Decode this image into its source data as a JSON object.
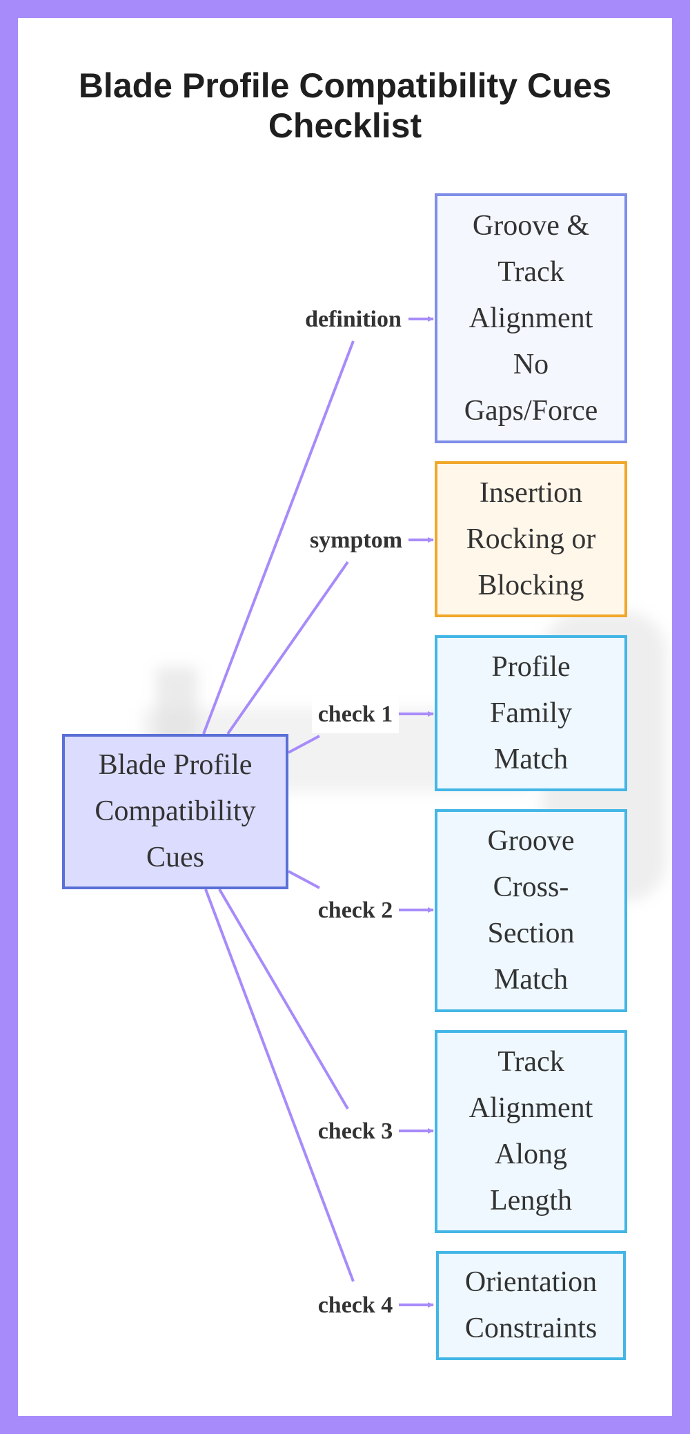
{
  "title_line1": "Blade Profile Compatibility Cues",
  "title_line2": "Checklist",
  "root": {
    "text": "Blade Profile Compatibility Cues"
  },
  "branches": [
    {
      "edge_label": "definition",
      "node_text": "Groove & Track Alignment No Gaps/Force",
      "kind": "definition"
    },
    {
      "edge_label": "symptom",
      "node_text": "Insertion Rocking or Blocking",
      "kind": "symptom"
    },
    {
      "edge_label": "check 1",
      "node_text": "Profile Family Match",
      "kind": "check"
    },
    {
      "edge_label": "check 2",
      "node_text": "Groove Cross-Section Match",
      "kind": "check"
    },
    {
      "edge_label": "check 3",
      "node_text": "Track Alignment Along Length",
      "kind": "check"
    },
    {
      "edge_label": "check 4",
      "node_text": "Orientation Constraints",
      "kind": "check"
    }
  ],
  "colors": {
    "frame": "#a78bfa",
    "edge": "#a78bfa",
    "definition_border": "#7e8ee8",
    "symptom_border": "#f0a72a",
    "check_border": "#43b6e6",
    "root_border": "#5a6fd6"
  }
}
